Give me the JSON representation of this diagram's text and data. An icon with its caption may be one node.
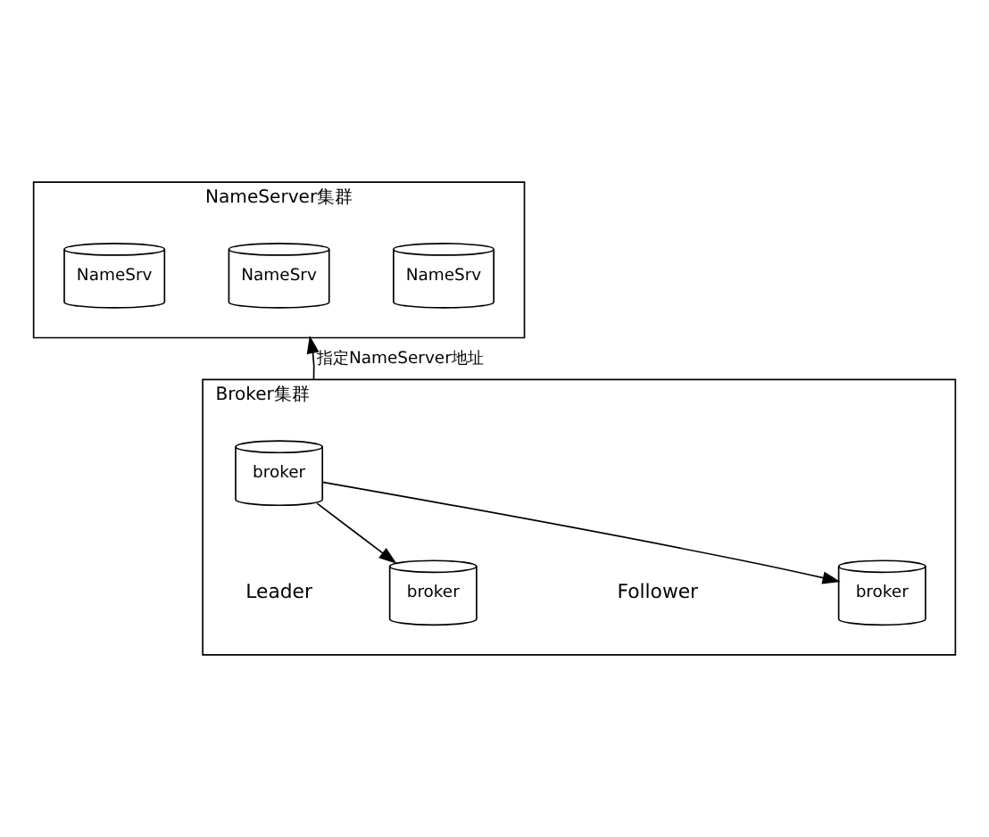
{
  "diagram": {
    "nodes": [
      {
        "text": [
          "NameServer集群"
        ]
      },
      {
        "text": [
          "NameSrv"
        ],
        "in": 0
      },
      {
        "text": [
          "NameSrv"
        ],
        "in": 0
      },
      {
        "text": [
          "NameSrv"
        ],
        "in": 0
      },
      {
        "text": [
          "Broker集群"
        ]
      },
      {
        "text": [
          "broker"
        ],
        "in": 4,
        "beside": [
          "Leader"
        ]
      },
      {
        "text": [
          "broker"
        ],
        "in": 4
      },
      {
        "text": [
          "broker"
        ],
        "in": 4
      }
    ],
    "edges": [
      {
        "from": 4,
        "to": 0,
        "arrow": "to",
        "label": "指定NameServer地址"
      },
      {
        "from": 5,
        "to": 6,
        "arrow": "to"
      },
      {
        "from": 5,
        "to": 7,
        "arrow": "to"
      }
    ],
    "labels": [
      "Follower"
    ]
  }
}
